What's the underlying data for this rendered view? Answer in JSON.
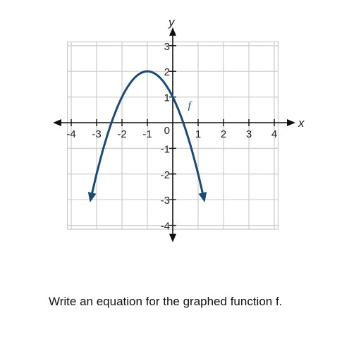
{
  "question": "Write an equation for the graphed function f.",
  "chart_data": {
    "type": "line",
    "title": "",
    "xlabel": "x",
    "ylabel": "y",
    "xlim": [
      -4,
      4
    ],
    "ylim": [
      -4,
      3
    ],
    "grid": true,
    "series": [
      {
        "name": "f",
        "color": "#1a4a7a",
        "x": [
          -3.2,
          -3,
          -2.5,
          -2,
          -1.5,
          -1,
          -0.5,
          0,
          0.5,
          1,
          1.2
        ],
        "y": [
          -3.84,
          -2.0,
          0.25,
          1.0,
          1.75,
          2.0,
          1.75,
          1.0,
          -0.25,
          -2.0,
          -3.84
        ]
      }
    ],
    "x_ticks": [
      "-4",
      "-3",
      "-2",
      "-1",
      "0",
      "1",
      "2",
      "3",
      "4"
    ],
    "y_ticks": [
      "3",
      "2",
      "1",
      "-1",
      "-2",
      "-3",
      "-4"
    ],
    "origin_label": "0"
  }
}
